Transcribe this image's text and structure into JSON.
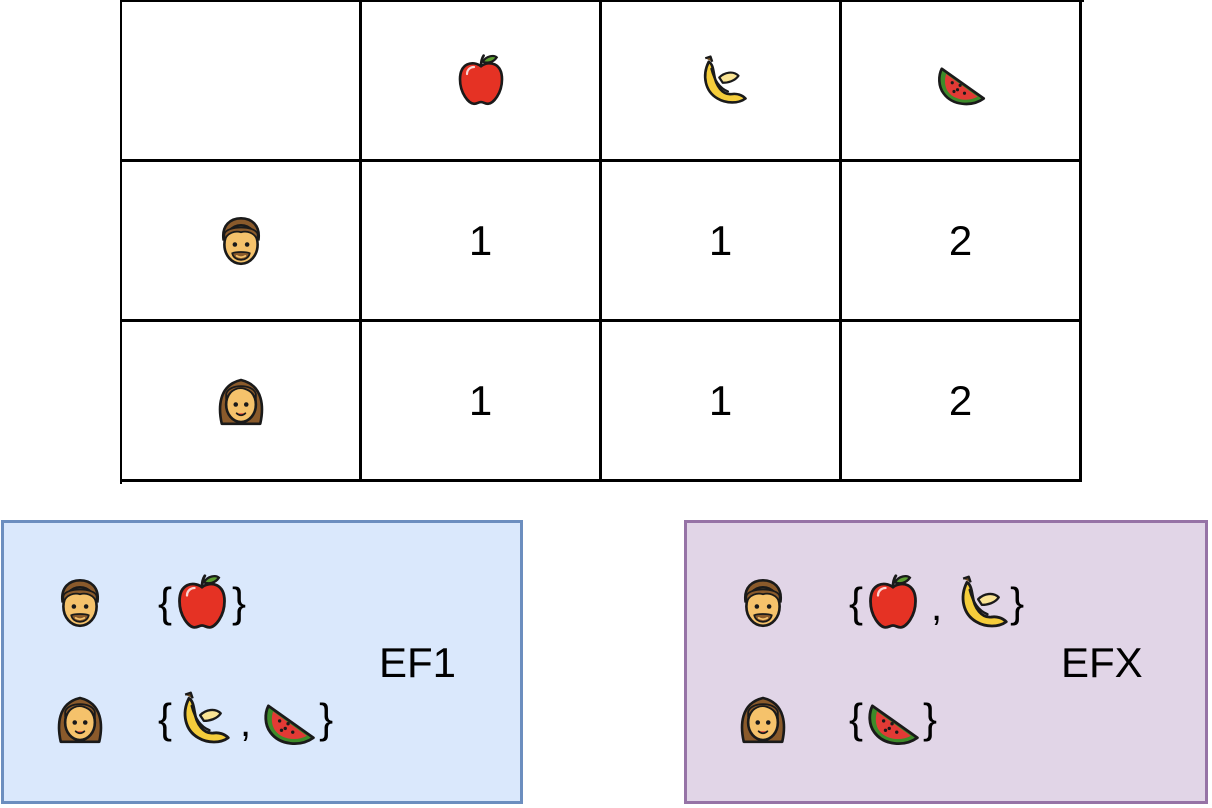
{
  "colors": {
    "grid_line": "#000000",
    "ef1_fill": "#dae8fc",
    "ef1_border": "#6c8ebf",
    "efx_fill": "#e1d5e7",
    "efx_border": "#9673a6"
  },
  "table": {
    "corner": "",
    "header_icons": [
      "apple-icon",
      "banana-icon",
      "watermelon-icon"
    ],
    "rows": [
      {
        "agent_icon": "man-icon",
        "values": [
          "1",
          "1",
          "2"
        ]
      },
      {
        "agent_icon": "woman-icon",
        "values": [
          "1",
          "1",
          "2"
        ]
      }
    ]
  },
  "panels": {
    "ef1": {
      "label": "EF1",
      "rows": [
        {
          "agent_icon": "man-icon",
          "open": "{",
          "items": [
            "apple-icon"
          ],
          "close": "}"
        },
        {
          "agent_icon": "woman-icon",
          "open": "{",
          "items": [
            "banana-icon",
            "watermelon-icon"
          ],
          "separator": ",",
          "close": "}"
        }
      ]
    },
    "efx": {
      "label": "EFX",
      "rows": [
        {
          "agent_icon": "man-icon",
          "open": "{",
          "items": [
            "apple-icon",
            "banana-icon"
          ],
          "separator": ",",
          "close": "}"
        },
        {
          "agent_icon": "woman-icon",
          "open": "{",
          "items": [
            "watermelon-icon"
          ],
          "close": "}"
        }
      ]
    }
  }
}
